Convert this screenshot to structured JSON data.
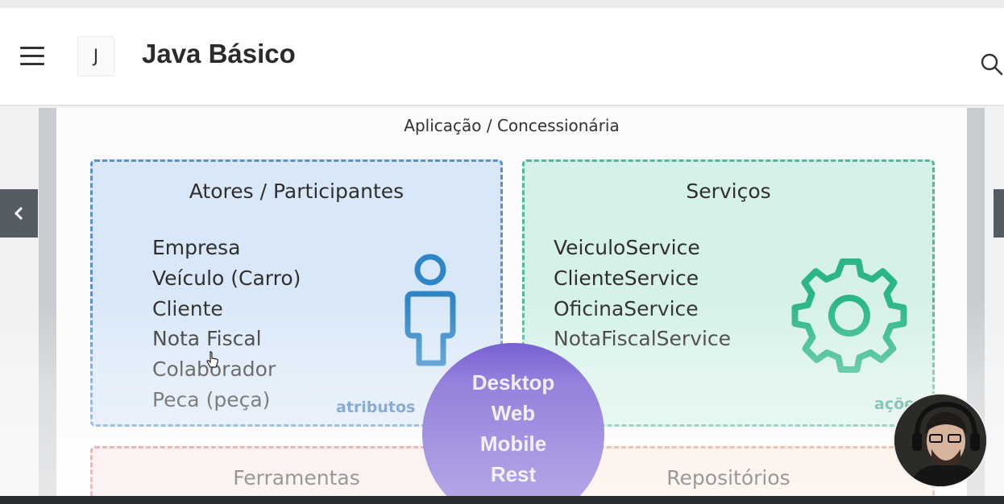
{
  "header": {
    "title": "Java Básico",
    "logo_letter": "J",
    "menu_icon": "hamburger-menu-icon",
    "search_icon": "search-icon"
  },
  "slide": {
    "title": "Aplicação / Concessionária",
    "atores": {
      "heading": "Atores / Participantes",
      "items": [
        "Empresa",
        "Veículo (Carro)",
        "Cliente",
        "Nota Fiscal",
        "Colaborador",
        "Peca (peça)"
      ],
      "tag": "atributos",
      "icon": "person-icon"
    },
    "servicos": {
      "heading": "Serviços",
      "items": [
        "VeiculoService",
        "ClienteService",
        "OficinaService",
        "NotaFiscalService"
      ],
      "tag": "ações",
      "icon": "gear-icon"
    },
    "ferramentas": {
      "heading": "Ferramentas"
    },
    "repositorios": {
      "heading": "Repositórios"
    },
    "platforms": [
      "Desktop",
      "Web",
      "Mobile",
      "Rest"
    ]
  },
  "colors": {
    "atores_bg": "#d9e8f8",
    "servicos_bg": "#d6f1ea",
    "platform_circle": "#5b3ec9",
    "person_icon": "#2f86c7",
    "gear_icon": "#2bb689"
  }
}
